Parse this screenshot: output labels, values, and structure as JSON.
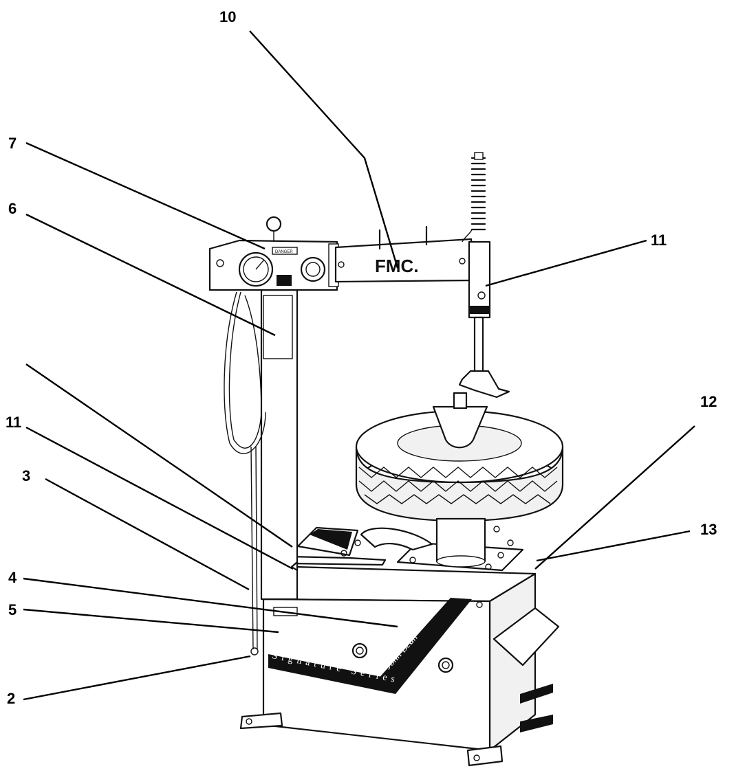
{
  "callouts": [
    {
      "id": "c10",
      "label": "10"
    },
    {
      "id": "c7",
      "label": "7"
    },
    {
      "id": "c6",
      "label": "6"
    },
    {
      "id": "c11a",
      "label": "11"
    },
    {
      "id": "c12",
      "label": "12"
    },
    {
      "id": "c11b",
      "label": "11"
    },
    {
      "id": "c3",
      "label": "3"
    },
    {
      "id": "c13",
      "label": "13"
    },
    {
      "id": "c4",
      "label": "4"
    },
    {
      "id": "c5",
      "label": "5"
    },
    {
      "id": "c2",
      "label": "2"
    }
  ],
  "machine_text": {
    "brand": "FMC.",
    "series": "Signature Series",
    "signature": "John Bean",
    "danger": "DANGER"
  }
}
